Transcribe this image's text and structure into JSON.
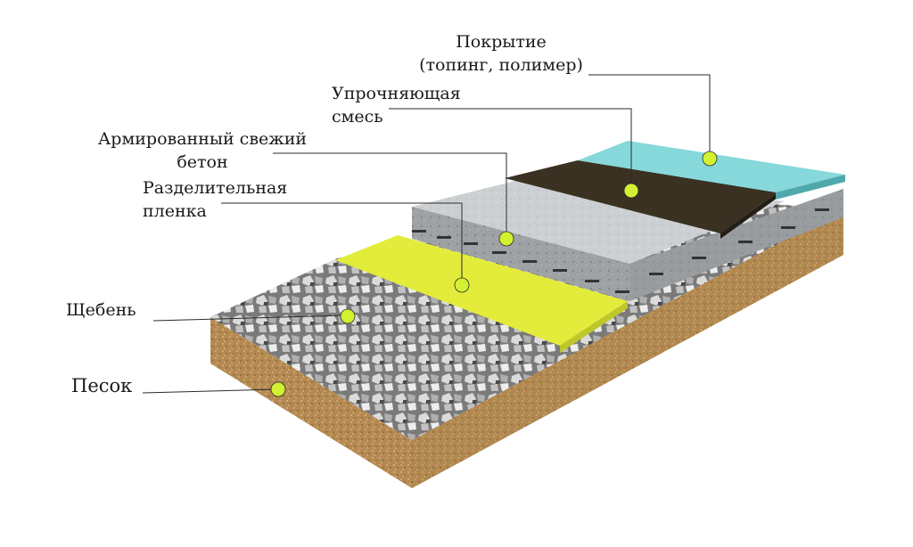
{
  "diagram": {
    "layers": [
      {
        "id": "coating",
        "lines": [
          "Покрытие",
          "(топинг, полимер)"
        ],
        "color": "#7fd3d6"
      },
      {
        "id": "hardener",
        "lines": [
          "Упрочняющая",
          "смесь"
        ],
        "color": "#3b3124"
      },
      {
        "id": "concrete",
        "lines": [
          "Армированный свежий",
          "бетон"
        ],
        "color": "#c9ccce"
      },
      {
        "id": "film",
        "lines": [
          "Разделительная",
          "пленка"
        ],
        "color": "#e6ee3c"
      },
      {
        "id": "gravel",
        "lines": [
          "Щебень"
        ],
        "color": "#8a8a8a"
      },
      {
        "id": "sand",
        "lines": [
          "Песок"
        ],
        "color": "#b9935a"
      }
    ],
    "marker_color": "#d3f031"
  }
}
